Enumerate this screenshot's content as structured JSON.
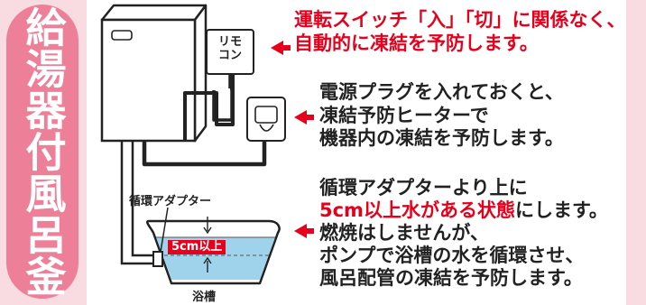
{
  "side_title": "給湯器付風呂釜",
  "remote_label": [
    "リモ",
    "コン"
  ],
  "adapter_label": "循環アダプター",
  "water_level_label": "5cm以上",
  "bathtub_label": "浴槽",
  "callout_1": {
    "lines": [
      "運転スイッチ「入」「切」に関係なく、",
      "自動的に凍結を予防します。"
    ]
  },
  "callout_2": {
    "lines": [
      "電源プラグを入れておくと、",
      "凍結予防ヒーターで",
      "機器内の凍結を予防します。"
    ]
  },
  "callout_3": {
    "line1": "循環アダプターより上に",
    "line2_emph": "5cm以上水がある状態",
    "line2_rest": "にします。",
    "line3": "燃焼はしませんが、",
    "line4": "ポンプで浴槽の水を循環させ、",
    "line5": "風呂配管の凍結を予防します。"
  },
  "colors": {
    "accent_red": "#e6001c",
    "pink_band": "#f9dbe2",
    "pink_pill": "#ee7f98",
    "water": "#9fd3ec"
  }
}
